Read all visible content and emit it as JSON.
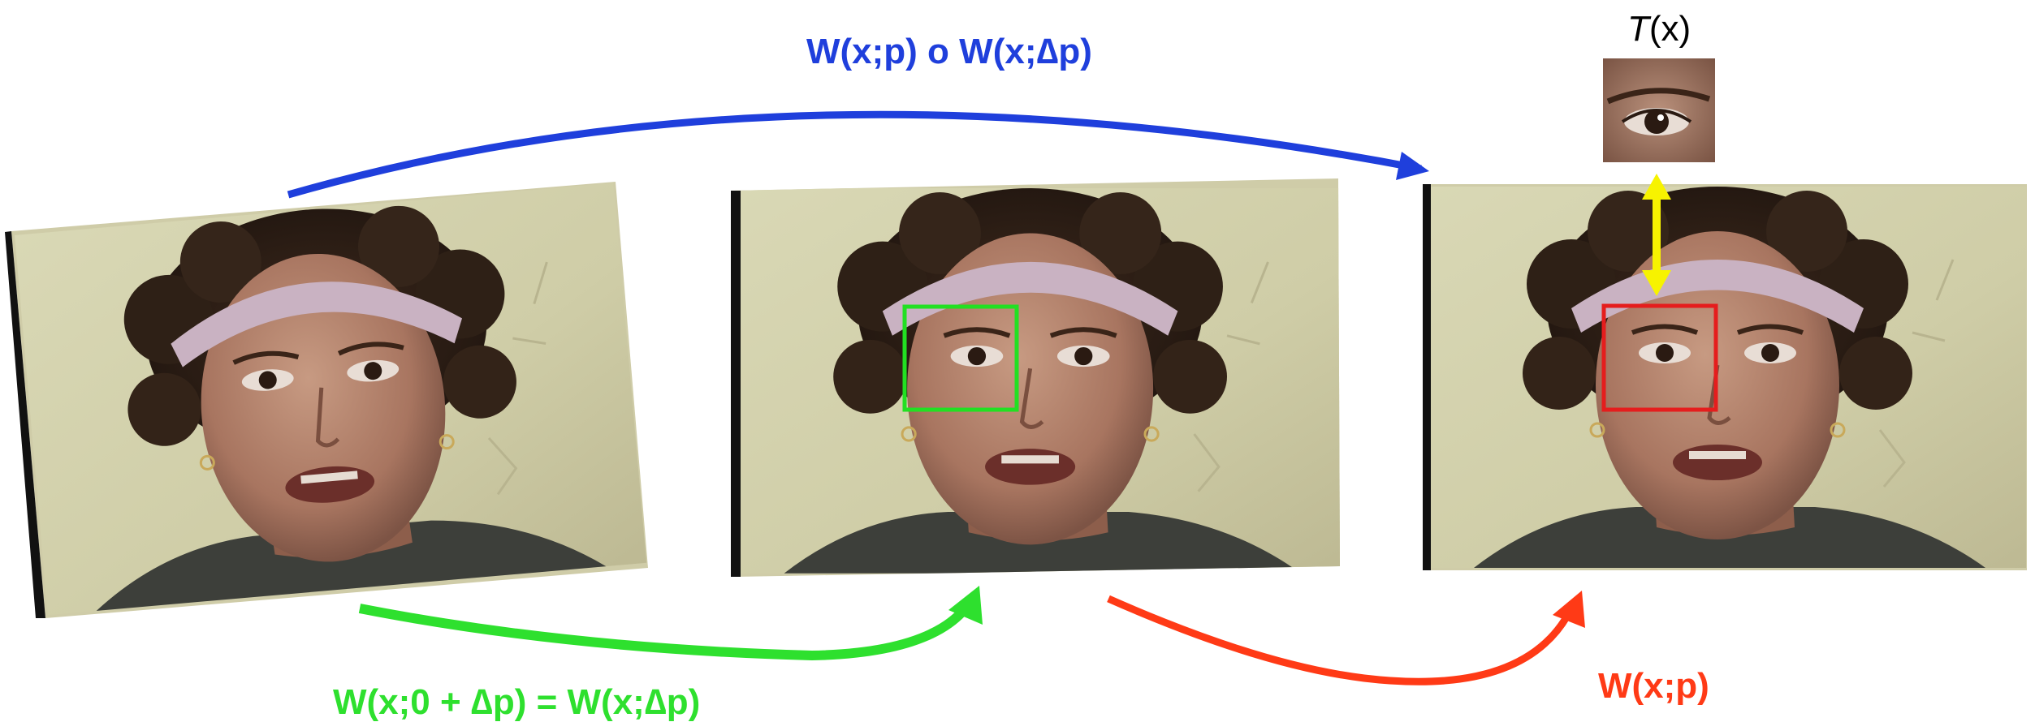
{
  "labels": {
    "compose": "W(x;p) o W(x;∆p)",
    "incremental": "W(x;0 + ∆p) = W(x;∆p)",
    "warp": "W(x;p)",
    "template_italic": "T",
    "template_rest": "(x)"
  },
  "colors": {
    "compose": "#1f3fdc",
    "incremental": "#2ee02e",
    "warp": "#ff3a16",
    "template_link": "#f7f300",
    "roi_green": "#22e022",
    "roi_red": "#e51d1d"
  },
  "images": [
    {
      "name": "warped-frame",
      "content": "face photo, rotated"
    },
    {
      "name": "reference-frame",
      "content": "face photo with green box on left eye"
    },
    {
      "name": "input-frame",
      "content": "face photo with red box on left eye"
    },
    {
      "name": "template-patch",
      "content": "eye close-up"
    }
  ]
}
